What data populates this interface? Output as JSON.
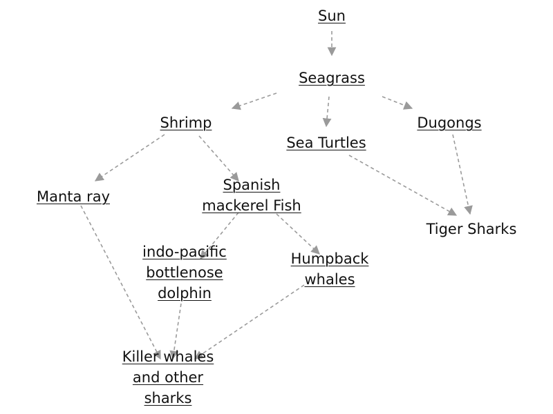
{
  "nodes": [
    {
      "id": "sun",
      "lines": [
        "Sun"
      ],
      "underlined": true
    },
    {
      "id": "seagrass",
      "lines": [
        "Seagrass"
      ],
      "underlined": true
    },
    {
      "id": "shrimp",
      "lines": [
        "Shrimp"
      ],
      "underlined": true
    },
    {
      "id": "sea-turtles",
      "lines": [
        "Sea Turtles"
      ],
      "underlined": true
    },
    {
      "id": "dugongs",
      "lines": [
        "Dugongs"
      ],
      "underlined": true
    },
    {
      "id": "manta-ray",
      "lines": [
        "Manta ray"
      ],
      "underlined": true
    },
    {
      "id": "spanish-mackerel",
      "lines": [
        "Spanish",
        "mackerel Fish"
      ],
      "underlined": true
    },
    {
      "id": "tiger-sharks",
      "lines": [
        "Tiger Sharks"
      ],
      "underlined": false
    },
    {
      "id": "dolphin",
      "lines": [
        "indo-pacific",
        "bottlenose",
        "dolphin"
      ],
      "underlined": true
    },
    {
      "id": "humpback-whales",
      "lines": [
        "Humpback",
        "whales"
      ],
      "underlined": true
    },
    {
      "id": "killer-whales",
      "lines": [
        "Killer whales",
        "and other",
        "sharks"
      ],
      "underlined": true
    }
  ],
  "edges": [
    {
      "from": "sun",
      "to": "seagrass"
    },
    {
      "from": "seagrass",
      "to": "shrimp"
    },
    {
      "from": "seagrass",
      "to": "sea-turtles"
    },
    {
      "from": "seagrass",
      "to": "dugongs"
    },
    {
      "from": "shrimp",
      "to": "manta-ray"
    },
    {
      "from": "shrimp",
      "to": "spanish-mackerel"
    },
    {
      "from": "sea-turtles",
      "to": "tiger-sharks"
    },
    {
      "from": "dugongs",
      "to": "tiger-sharks"
    },
    {
      "from": "spanish-mackerel",
      "to": "dolphin"
    },
    {
      "from": "spanish-mackerel",
      "to": "humpback-whales"
    },
    {
      "from": "manta-ray",
      "to": "killer-whales"
    },
    {
      "from": "dolphin",
      "to": "killer-whales"
    },
    {
      "from": "humpback-whales",
      "to": "killer-whales"
    }
  ],
  "colors": {
    "edge": "#9a9a9a",
    "text": "#111111",
    "background": "#ffffff"
  }
}
